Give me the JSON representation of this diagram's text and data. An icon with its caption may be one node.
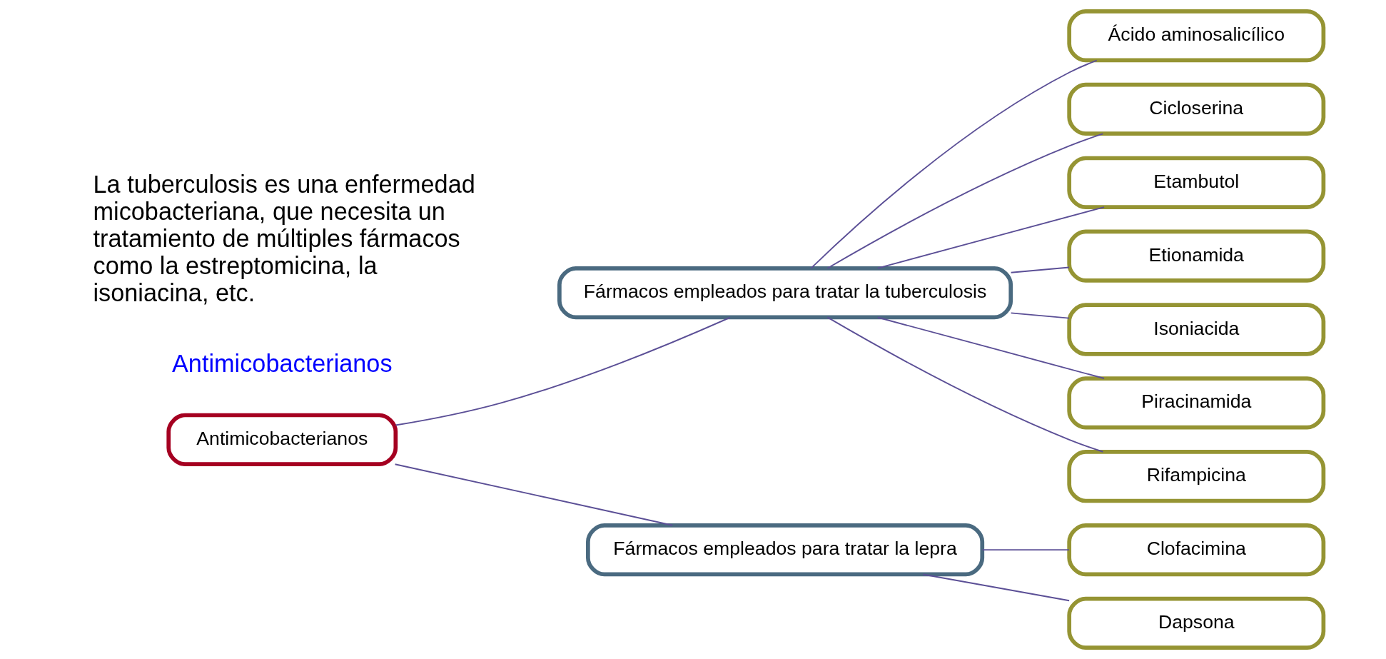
{
  "diagram": {
    "nodes": [
      {
        "text": [
          "Antimicobacterianos"
        ]
      },
      {
        "text": [
          "Fármacos empleados para tratar la tuberculosis"
        ]
      },
      {
        "text": [
          "Ácido aminosalicílico"
        ]
      },
      {
        "text": [
          "Cicloserina"
        ]
      },
      {
        "text": [
          "Etambutol"
        ]
      },
      {
        "text": [
          "Etionamida"
        ]
      },
      {
        "text": [
          "Isoniacida"
        ]
      },
      {
        "text": [
          "Piracinamida"
        ]
      },
      {
        "text": [
          "Rifampicina"
        ]
      },
      {
        "text": [
          "Fármacos empleados para tratar la lepra"
        ]
      },
      {
        "text": [
          "Clofacimina"
        ]
      },
      {
        "text": [
          "Dapsona"
        ]
      }
    ],
    "edges": [
      {
        "from": 0,
        "to": 1,
        "arrow": "none"
      },
      {
        "from": 1,
        "to": 2,
        "arrow": "none"
      },
      {
        "from": 1,
        "to": 3,
        "arrow": "none"
      },
      {
        "from": 1,
        "to": 4,
        "arrow": "none"
      },
      {
        "from": 1,
        "to": 5,
        "arrow": "none"
      },
      {
        "from": 1,
        "to": 6,
        "arrow": "none"
      },
      {
        "from": 1,
        "to": 7,
        "arrow": "none"
      },
      {
        "from": 1,
        "to": 8,
        "arrow": "none"
      },
      {
        "from": 0,
        "to": 9,
        "arrow": "none"
      },
      {
        "from": 9,
        "to": 10,
        "arrow": "none"
      },
      {
        "from": 9,
        "to": 11,
        "arrow": "none"
      }
    ],
    "labels": [
      "Antimicobacterianos",
      "La tuberculosis es una enfermedad micobacteriana, que necesita un tratamiento de múltiples fármacos como la estreptomicina, la isoniacina, etc."
    ]
  }
}
